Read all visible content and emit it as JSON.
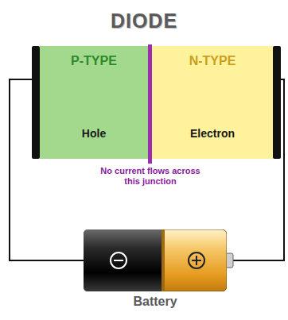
{
  "diagram": {
    "title": "DIODE",
    "nodes": [
      {
        "text": [
          "P-TYPE",
          "Hole"
        ]
      },
      {
        "text": [
          "N-TYPE",
          "Electron"
        ]
      },
      {
        "text": [
          "Battery"
        ]
      }
    ],
    "edges": [
      {
        "from": 0,
        "to": 2,
        "arrow": "none"
      },
      {
        "from": 1,
        "to": 2,
        "arrow": "none"
      }
    ],
    "labels": [
      "No current flows across this junction"
    ]
  }
}
